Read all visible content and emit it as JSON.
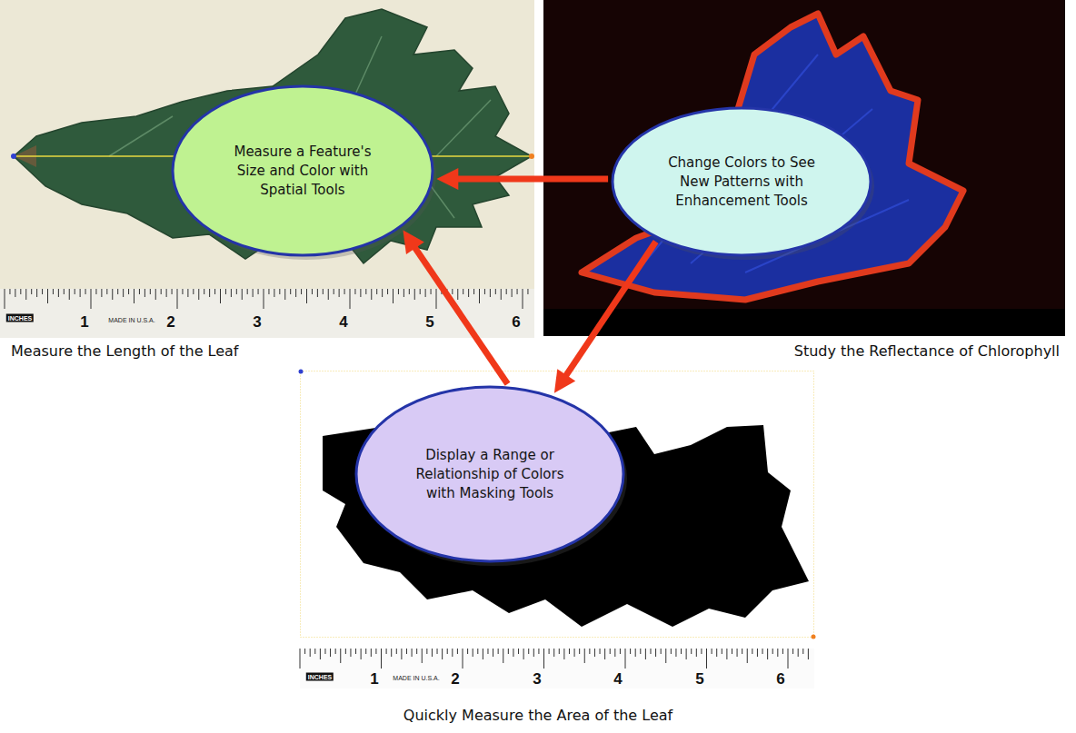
{
  "diagram": {
    "nodes": [
      {
        "text": [
          "Measure a Feature's Size and Color with Spatial Tools"
        ]
      },
      {
        "text": [
          "Change Colors to See New Patterns with Enhancement Tools"
        ]
      },
      {
        "text": [
          "Display a Range or Relationship of Colors with Masking Tools"
        ]
      }
    ],
    "edges": [
      {
        "from": 1,
        "to": 0,
        "arrow": "to"
      },
      {
        "from": 1,
        "to": 2,
        "arrow": "to"
      },
      {
        "from": 2,
        "to": 0,
        "arrow": "to"
      }
    ],
    "labels": [
      "INCHES",
      "1",
      "MADE IN U.S.A.",
      "2",
      "3",
      "4",
      "5",
      "6",
      "Measure the Length of the Leaf",
      "Study the Reflectance of Chlorophyll",
      "INCHES",
      "1",
      "MADE IN U.S.A.",
      "2",
      "3",
      "4",
      "5",
      "6",
      "Quickly Measure the Area of the Leaf"
    ]
  }
}
